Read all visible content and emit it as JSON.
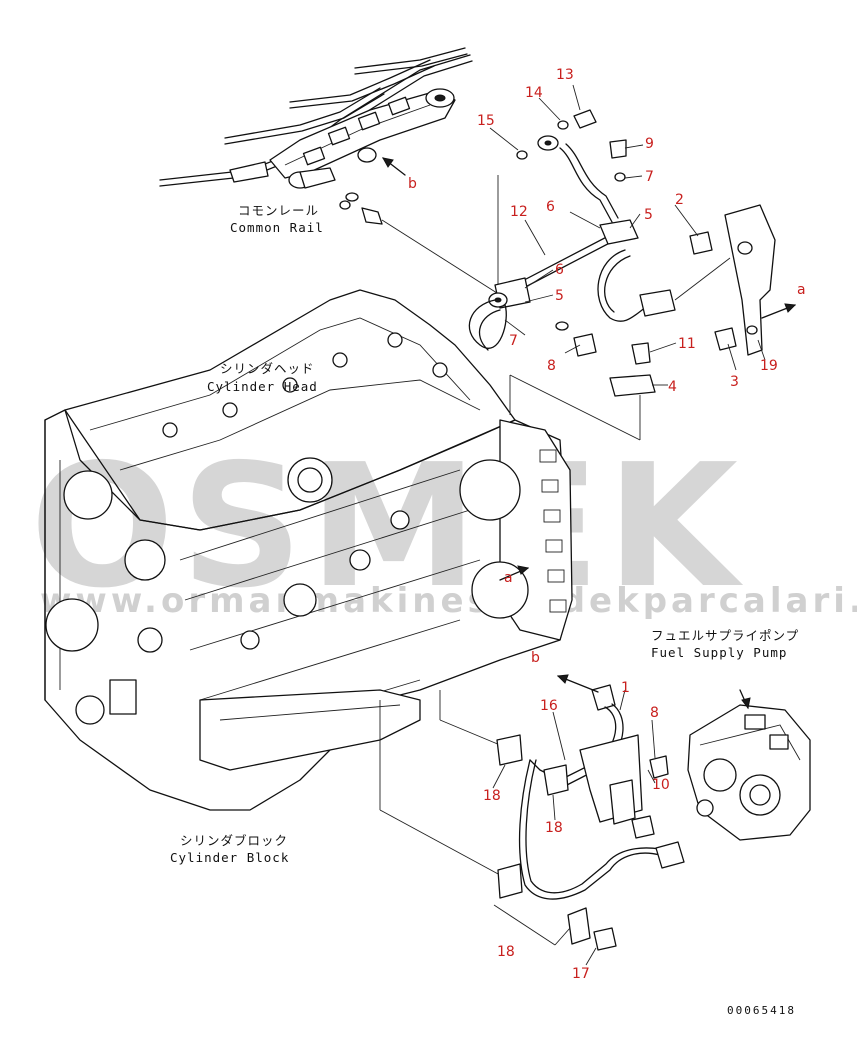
{
  "watermark": {
    "brand": "OSMEK",
    "url": "www.ormanmakinesiyedekparcalari.com.tr"
  },
  "labels": {
    "common_rail_jp": "コモンレール",
    "common_rail_en": "Common Rail",
    "cylinder_head_jp": "シリンダヘッド",
    "cylinder_head_en": "Cylinder Head",
    "fuel_supply_pump_jp": "フュエルサプライポンプ",
    "fuel_supply_pump_en": "Fuel Supply Pump",
    "cylinder_block_jp": "シリンダブロック",
    "cylinder_block_en": "Cylinder Block",
    "ref_a": "a",
    "ref_b": "b"
  },
  "callouts": {
    "c13": "13",
    "c14": "14",
    "c15": "15",
    "c9": "9",
    "c7a": "7",
    "c12": "12",
    "c6a": "6",
    "c5a": "5",
    "c2": "2",
    "c6b": "6",
    "c5b": "5",
    "c7b": "7",
    "c8a": "8",
    "c11": "11",
    "c3": "3",
    "c19": "19",
    "c4": "4",
    "c1": "1",
    "c16": "16",
    "c8b": "8",
    "c10": "10",
    "c18a": "18",
    "c18b": "18",
    "c18c": "18",
    "c17": "17"
  },
  "drawing_code": "00065418"
}
